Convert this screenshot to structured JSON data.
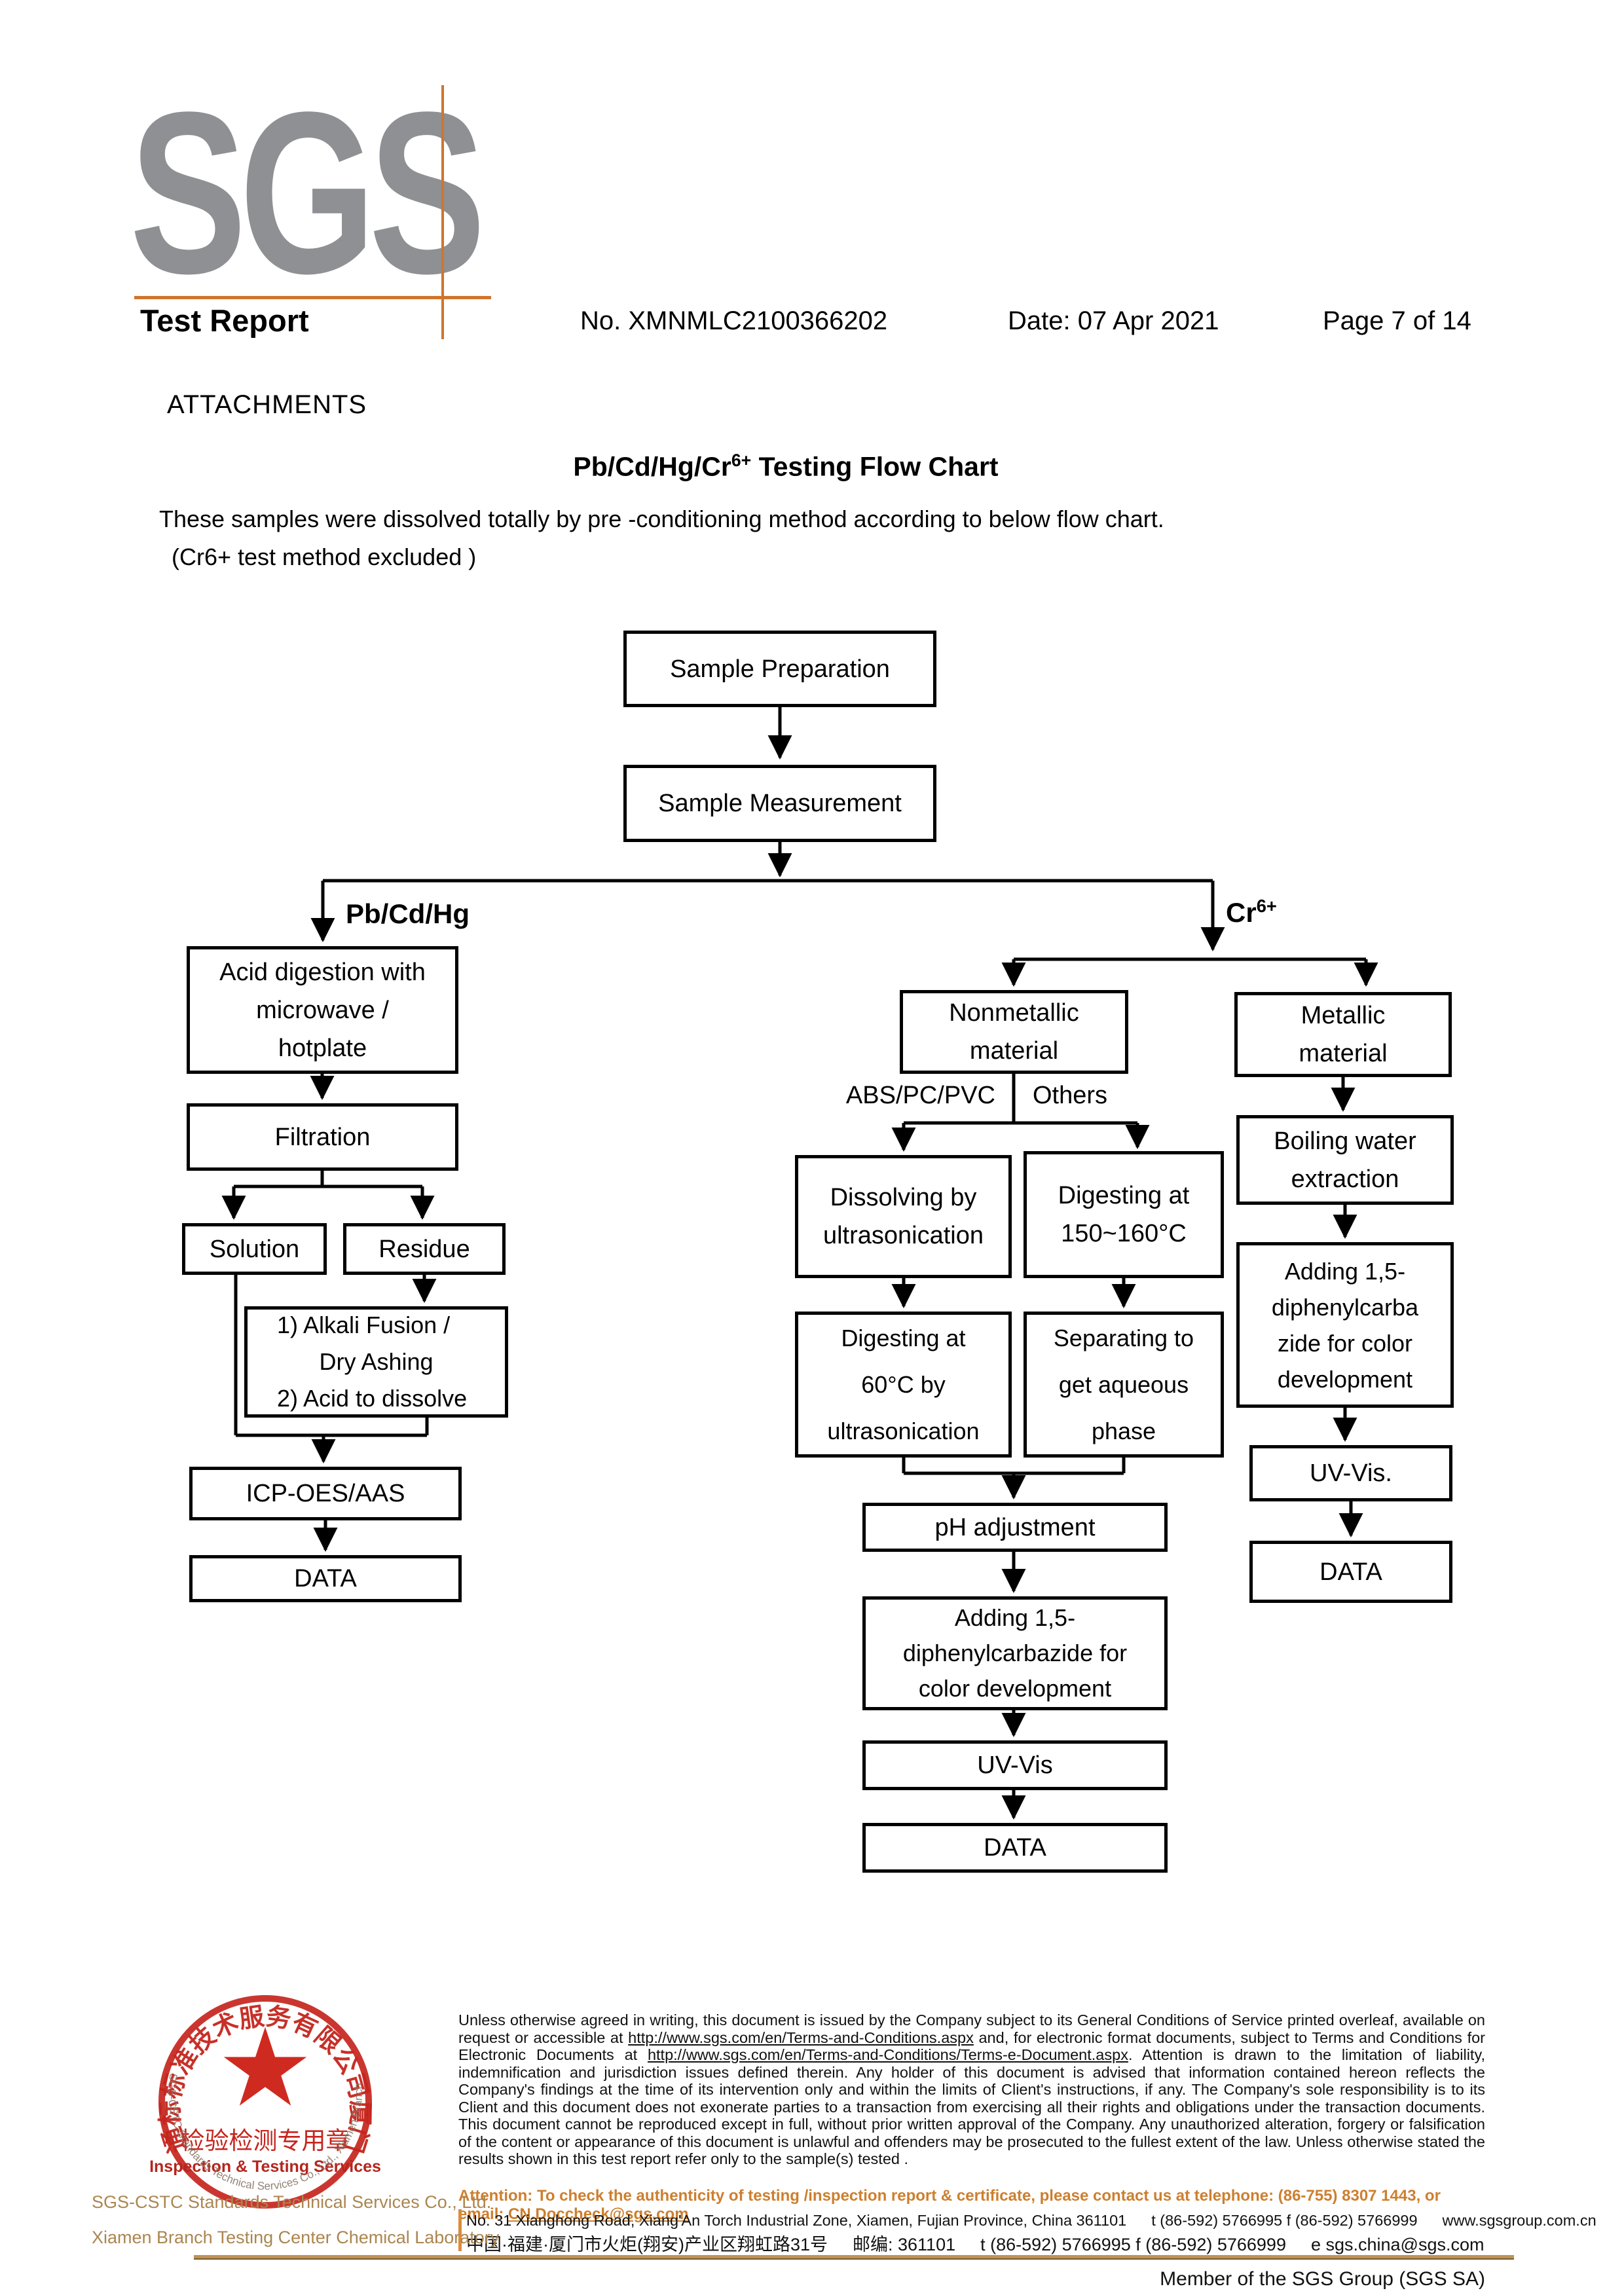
{
  "colors": {
    "logo_gray": "#8e9093",
    "accent_orange": "#d0752e",
    "stamp_red": "#c5251d",
    "footer_gold": "#ab8650",
    "attention_orange": "#cd7f2e"
  },
  "header": {
    "logo_text": "SGS",
    "report_title": "Test Report",
    "report_no": "No. XMNMLC2100366202",
    "date": "Date: 07 Apr 2021",
    "page": "Page 7 of 14",
    "attachments_label": "ATTACHMENTS"
  },
  "intro": {
    "title_prefix": "Pb/Cd/Hg/Cr",
    "title_sup": "6+",
    "title_suffix": " Testing Flow Chart",
    "line1": "These samples were dissolved totally by pre -conditioning method according to below flow chart.",
    "line2": "(Cr6+ test method excluded )"
  },
  "flowchart": {
    "branch_left_label": "Pb/Cd/Hg",
    "branch_right_prefix": "Cr",
    "branch_right_sup": "6+",
    "abs_label": "ABS/PC/PVC",
    "others_label": "Others",
    "nodes": {
      "sample_preparation": "Sample Preparation",
      "sample_measurement": "Sample Measurement",
      "acid_l1": "Acid digestion with",
      "acid_l2": "microwave /",
      "acid_l3": "hotplate",
      "filtration": "Filtration",
      "solution": "Solution",
      "residue": "Residue",
      "alkali_l1": "1) Alkali Fusion /",
      "alkali_l2": "Dry Ashing",
      "alkali_l3": "2) Acid to dissolve",
      "icp": "ICP-OES/AAS",
      "data_left": "DATA",
      "nonmetallic_l1": "Nonmetallic",
      "nonmetallic_l2": "material",
      "metallic_l1": "Metallic",
      "metallic_l2": "material",
      "dissolving_l1": "Dissolving by",
      "dissolving_l2": "ultrasonication",
      "digest150_l1": "Digesting at",
      "digest150_l2": "150~160°C",
      "digest60_l1": "Digesting at",
      "digest60_l2": "60°C by",
      "digest60_l3": "ultrasonication",
      "separating_l1": "Separating to",
      "separating_l2": "get aqueous",
      "separating_l3": "phase",
      "ph": "pH adjustment",
      "adding_c_l1": "Adding 1,5-",
      "adding_c_l2": "diphenylcarbazide for",
      "adding_c_l3": "color development",
      "uvvis_center": "UV-Vis",
      "data_center": "DATA",
      "boiling_l1": "Boiling water",
      "boiling_l2": "extraction",
      "adding_r_l1": "Adding 1,5-",
      "adding_r_l2": "diphenylcarba",
      "adding_r_l3": "zide for color",
      "adding_r_l4": "development",
      "uvvis_right": "UV-Vis.",
      "data_right": "DATA"
    }
  },
  "stamp": {
    "arc_cn": "通标标准技术服务有限公司厦门分公司",
    "star": "★",
    "label_cn": "检验检测专用章",
    "label_en": "Inspection & Testing Services",
    "arc_en": "SGS-CSTC Standards Technical Services Co., Ltd., Xiamen Branch",
    "company_line1": "SGS-CSTC Standards Technical Services Co., Ltd.",
    "company_line2": "Xiamen Branch Testing Center Chemical Laboratory"
  },
  "legal": {
    "p1": "Unless otherwise agreed in writing, this document is issued by the Company subject to its General Conditions of Service printed overleaf, available on request or accessible at ",
    "url1": "http://www.sgs.com/en/Terms-and-Conditions.aspx",
    "p2": " and, for electronic format documents, subject to Terms and Conditions for Electronic Documents at ",
    "url2": "http://www.sgs.com/en/Terms-and-Conditions/Terms-e-Document.aspx",
    "p3": ". Attention is drawn to the limitation of liability, indemnification and jurisdiction issues defined therein. Any holder of this document is advised that information contained hereon reflects the Company's findings at the time of its intervention only and within the limits of Client's instructions, if any. The Company's sole responsibility is to its Client and this document does not exonerate parties to a transaction from exercising all their rights and obligations under the transaction documents. This document cannot be reproduced except in full, without prior written approval of the Company. Any unauthorized alteration, forgery or falsification of the content or appearance of this document is unlawful and offenders may be prosecuted to the fullest extent of the law. Unless otherwise stated the results shown in this test report refer only to the sample(s) tested .",
    "attention_pre": "Attention: To check the authenticity of testing /inspection report & certificate, please contact us at telephone: (86-755) 8307 1443, or email: ",
    "attention_email": "CN.Doccheck@sgs.com"
  },
  "address": {
    "en_street": "No. 31 Xianghong Road, Xiang'An Torch Industrial Zone, Xiamen, Fujian Province, China  361101",
    "en_tel": "t (86-592) 5766995  f (86-592) 5766999",
    "en_web": "www.sgsgroup.com.cn",
    "cn_street": "中国·福建·厦门市火炬(翔安)产业区翔虹路31号",
    "cn_postal": "邮编: 361101",
    "cn_tel": "t (86-592) 5766995  f (86-592) 5766999",
    "cn_email": "e  sgs.china@sgs.com"
  },
  "footer": {
    "member_line": "Member of the SGS Group (SGS SA)"
  }
}
